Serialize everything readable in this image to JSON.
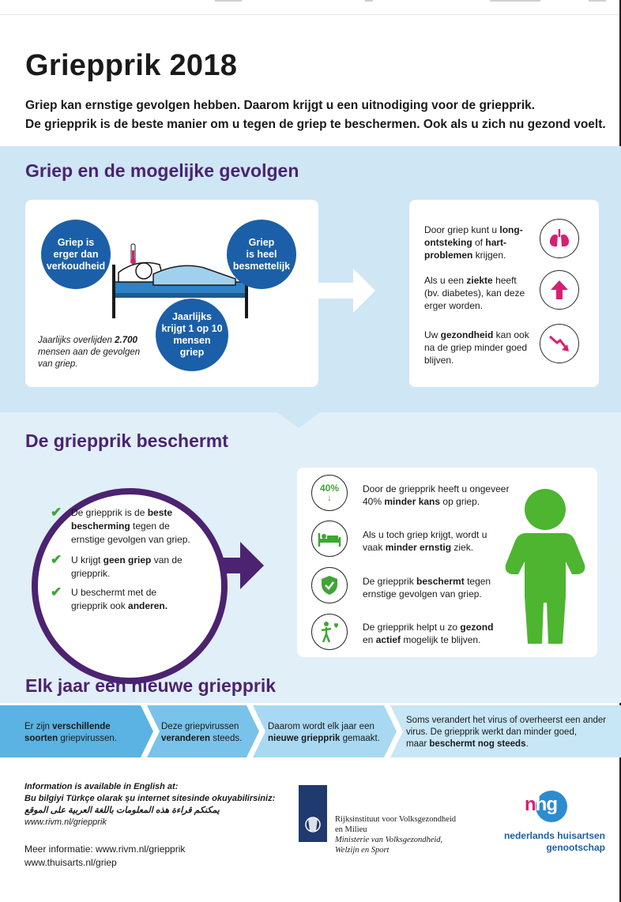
{
  "title": "Griepprik 2018",
  "intro": {
    "line1": "Griep kan ernstige gevolgen hebben. Daarom krijgt u een uitnodiging voor de griepprik.",
    "line2": "De griepprik is de beste manier om u tegen de griep te beschermen. Ook als u zich nu gezond voelt."
  },
  "section1": {
    "heading": "Griep en de mogelijke gevolgen",
    "bubbles": [
      {
        "l1": "Griep is",
        "l2": "erger dan",
        "l3": "verkoudheid"
      },
      {
        "l1": "Griep",
        "l2": "is heel",
        "l3": "besmettelijk"
      },
      {
        "l1": "Jaarlijks",
        "l2": "krijgt 1 op 10",
        "l3": "mensen",
        "l4": "griep"
      }
    ],
    "note": {
      "a": "Jaarlijks overlijden ",
      "b": "2.700",
      "c": "mensen aan de gevolgen",
      "d": "van griep."
    },
    "items": [
      {
        "t1": "Door griep kunt u ",
        "b1": "long-",
        "b2": "ontsteking",
        "t2": " of ",
        "b3": "hart-",
        "b4": "problemen",
        "t3": " krijgen.",
        "icon": "lungs-icon"
      },
      {
        "t1": "Als u een ",
        "b1": "ziekte",
        "t2": " heeft",
        "t3": "(bv. diabetes), kan deze",
        "t4": "erger worden.",
        "icon": "arrow-up-icon"
      },
      {
        "t1": "Uw ",
        "b1": "gezondheid",
        "t2": " kan ook",
        "t3": "na de griep minder goed",
        "t4": "blijven.",
        "icon": "trend-down-icon"
      }
    ]
  },
  "section2": {
    "heading": "De griepprik beschermt",
    "checks": [
      {
        "t1": "De griepprik is de ",
        "b1": "beste",
        "b2": "bescherming",
        "t2": " tegen de",
        "t3": "ernstige gevolgen van griep."
      },
      {
        "t1": "U krijgt ",
        "b1": "geen griep",
        "t2": " van de",
        "t3": "griepprik."
      },
      {
        "t1": "U beschermt met de",
        "t2": "griepprik ook ",
        "b1": "anderen."
      }
    ],
    "items": [
      {
        "t1": "Door de griepprik heeft u ongeveer",
        "t2": "40% ",
        "b1": "minder kans",
        "t3": " op griep.",
        "badge": "40%"
      },
      {
        "t1": "Als u toch griep krijgt, wordt u",
        "t2": "vaak ",
        "b1": "minder ernstig",
        "t3": " ziek."
      },
      {
        "t1": "De griepprik ",
        "b1": "beschermt",
        "t2": " tegen",
        "t3": "ernstige gevolgen van griep."
      },
      {
        "t1": "De griepprik helpt u zo ",
        "b1": "gezond",
        "t2": "en ",
        "b2": "actief",
        "t3": " mogelijk te blijven."
      }
    ]
  },
  "section3": {
    "heading": "Elk jaar een nieuwe griepprik",
    "steps": [
      {
        "t1": "Er zijn ",
        "b1": "verschillende",
        "b2": "soorten",
        "t2": " griepvirussen."
      },
      {
        "t1": "Deze griepvirussen",
        "b1": "veranderen",
        "t2": " steeds."
      },
      {
        "t1": "Daarom wordt elk jaar een",
        "b1": "nieuwe griepprik",
        "t2": " gemaakt."
      },
      {
        "t1": "Soms verandert het virus of overheerst een ander",
        "t2": "virus. De griepprik werkt dan minder goed,",
        "t3": "maar ",
        "b1": "beschermt nog steeds",
        "t4": "."
      }
    ]
  },
  "footer": {
    "info1": "Information is available in English at:",
    "info2": "Bu bilgiyi Türkçe olarak şu internet sitesinde okuyabilirsiniz:",
    "info3": "يمكنكم قراءة هذه المعلومات باللغة العربية على الموقع",
    "info4": "www.rivm.nl/griepprik",
    "meer": "Meer informatie: www.rivm.nl/griepprik",
    "thuisarts": "www.thuisarts.nl/griep",
    "rivm1": "Rijksinstituut voor Volksgezondheid",
    "rivm2": "en Milieu",
    "rivm3": "Ministerie van Volksgezondheid,",
    "rivm4": "Welzijn en Sport",
    "nhg_logo": "nhg",
    "nhg1": "nederlands huisartsen",
    "nhg2": "genootschap"
  },
  "colors": {
    "purple": "#4b2371",
    "blue": "#1b5fa8",
    "green": "#3fa535",
    "pink": "#d61f74",
    "band": "#cfe6f4"
  }
}
